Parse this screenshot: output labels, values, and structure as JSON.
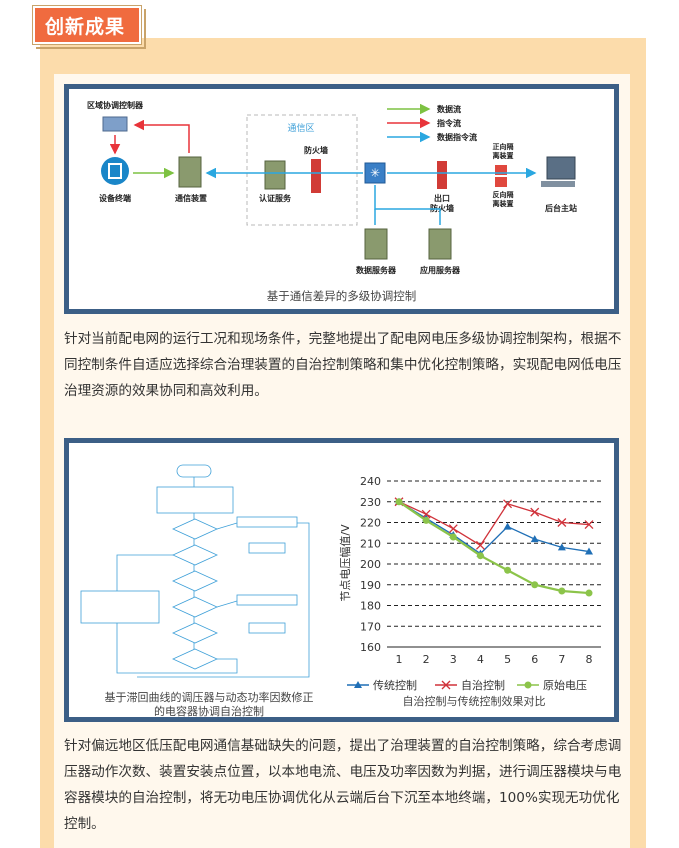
{
  "section_tag": "创新成果",
  "figure1": {
    "caption": "基于通信差异的多级协调控制",
    "labels": {
      "regional": "区域协调控制器",
      "comm_device": "通信装置",
      "terminal": "设备终端",
      "comm_zone": "通信区",
      "auth": "认证服务",
      "firewall": "防火墙",
      "exit_fw_1": "出口",
      "exit_fw_2": "防火墙",
      "data_server": "数据服务器",
      "app_server": "应用服务器",
      "fwd_iso_1": "正向隔",
      "fwd_iso_2": "离装置",
      "rev_iso_1": "反向隔",
      "rev_iso_2": "离装置",
      "master": "后台主站"
    },
    "legend": [
      "数据流",
      "指令流",
      "数据指令流"
    ],
    "colors": {
      "data": "#7dc242",
      "cmd": "#e8343a",
      "datacmd": "#2aa7e0"
    }
  },
  "paragraph1": "针对当前配电网的运行工况和现场条件，完整地提出了配电网电压多级协调控制架构，根据不同控制条件自适应选择综合治理装置的自治控制策略和集中优化控制策略，实现配电网低电压治理资源的效果协同和高效利用。",
  "figure2": {
    "flow_caption_1": "基于滞回曲线的调压器与动态功率因数修正",
    "flow_caption_2": "的电容器协调自治控制",
    "chart_caption": "自治控制与传统控制效果对比"
  },
  "chart_data": {
    "type": "line",
    "x": [
      1,
      2,
      3,
      4,
      5,
      6,
      7,
      8
    ],
    "ylabel": "节点电压幅值/V",
    "ylim": [
      160,
      240
    ],
    "yticks": [
      160,
      170,
      180,
      190,
      200,
      210,
      220,
      230,
      240
    ],
    "grid": "horizontal-dashed",
    "legend_position": "bottom",
    "series": [
      {
        "name": "传统控制",
        "values": [
          230,
          222,
          214,
          205,
          218,
          212,
          208,
          206
        ],
        "color": "#1f6fb6",
        "marker": "triangle"
      },
      {
        "name": "自治控制",
        "values": [
          230,
          224,
          217,
          209,
          229,
          225,
          220,
          219
        ],
        "color": "#d0323a",
        "marker": "x"
      },
      {
        "name": "原始电压",
        "values": [
          230,
          221,
          213,
          204,
          197,
          190,
          187,
          186
        ],
        "color": "#8cc44a",
        "marker": "circle"
      }
    ]
  },
  "paragraph2": "针对偏远地区低压配电网通信基础缺失的问题，提出了治理装置的自治控制策略，综合考虑调压器动作次数、装置安装点位置，以本地电流、电压及功率因数为判据，进行调压器模块与电容器模块的自治控制，将无功电压协调优化从云端后台下沉至本地终端，100%实现无功优化控制。"
}
